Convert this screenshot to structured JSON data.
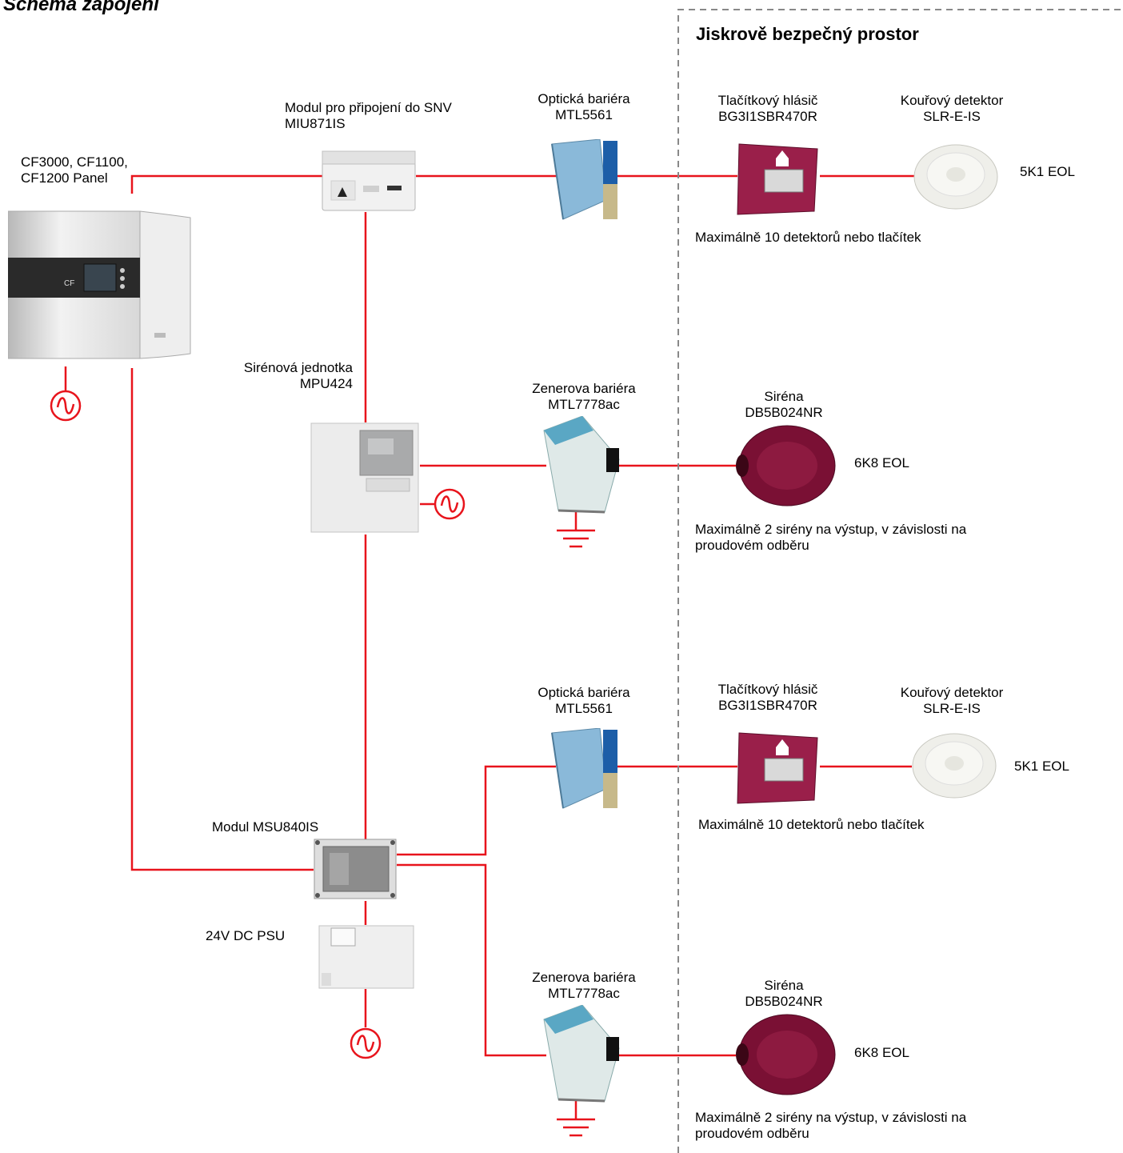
{
  "diagram_title": "Schéma zapojení",
  "zone_title": "Jiskrově bezpečný prostor",
  "panel": {
    "line1": "CF3000,  CF1100,",
    "line2": "CF1200 Panel"
  },
  "miu": {
    "line1": "Modul pro připojení do SNV",
    "line2": "MIU871IS"
  },
  "opt_top": {
    "line1": "Optická bariéra",
    "line2": "MTL5561"
  },
  "call_top": {
    "line1": "Tlačítkový hlásič",
    "line2": "BG3I1SBR470R"
  },
  "smoke_top": {
    "line1": "Kouřový detektor",
    "line2": "SLR-E-IS"
  },
  "eol_top": "5K1 EOL",
  "max_top": "Maximálně 10 detektorů nebo tlačítek",
  "mpu": {
    "line1": "Sirénová jednotka",
    "line2": "MPU424"
  },
  "zener_top": {
    "line1": "Zenerova bariéra",
    "line2": "MTL7778ac"
  },
  "siren_top": {
    "line1": "Siréna",
    "line2": "DB5B024NR"
  },
  "eol_siren_top": "6K8 EOL",
  "max_siren_top": {
    "line1": "Maximálně 2 sirény na výstup, v závislosti na",
    "line2": "proudovém odběru"
  },
  "opt_bot": {
    "line1": "Optická bariéra",
    "line2": "MTL5561"
  },
  "call_bot": {
    "line1": "Tlačítkový hlásič",
    "line2": "BG3I1SBR470R"
  },
  "smoke_bot": {
    "line1": "Kouřový detektor",
    "line2": "SLR-E-IS"
  },
  "eol_bot": "5K1 EOL",
  "max_bot": "Maximálně 10 detektorů nebo tlačítek",
  "msu": "Modul MSU840IS",
  "psu": "24V DC PSU",
  "zener_bot": {
    "line1": "Zenerova bariéra",
    "line2": "MTL7778ac"
  },
  "siren_bot": {
    "line1": "Siréna",
    "line2": "DB5B024NR"
  },
  "eol_siren_bot": "6K8 EOL",
  "max_siren_bot": {
    "line1": "Maximálně 2 sirény na výstup, v závislosti na",
    "line2": "proudovém odběru"
  },
  "colors": {
    "wire": "#e8141c",
    "zone_border": "#888888"
  }
}
